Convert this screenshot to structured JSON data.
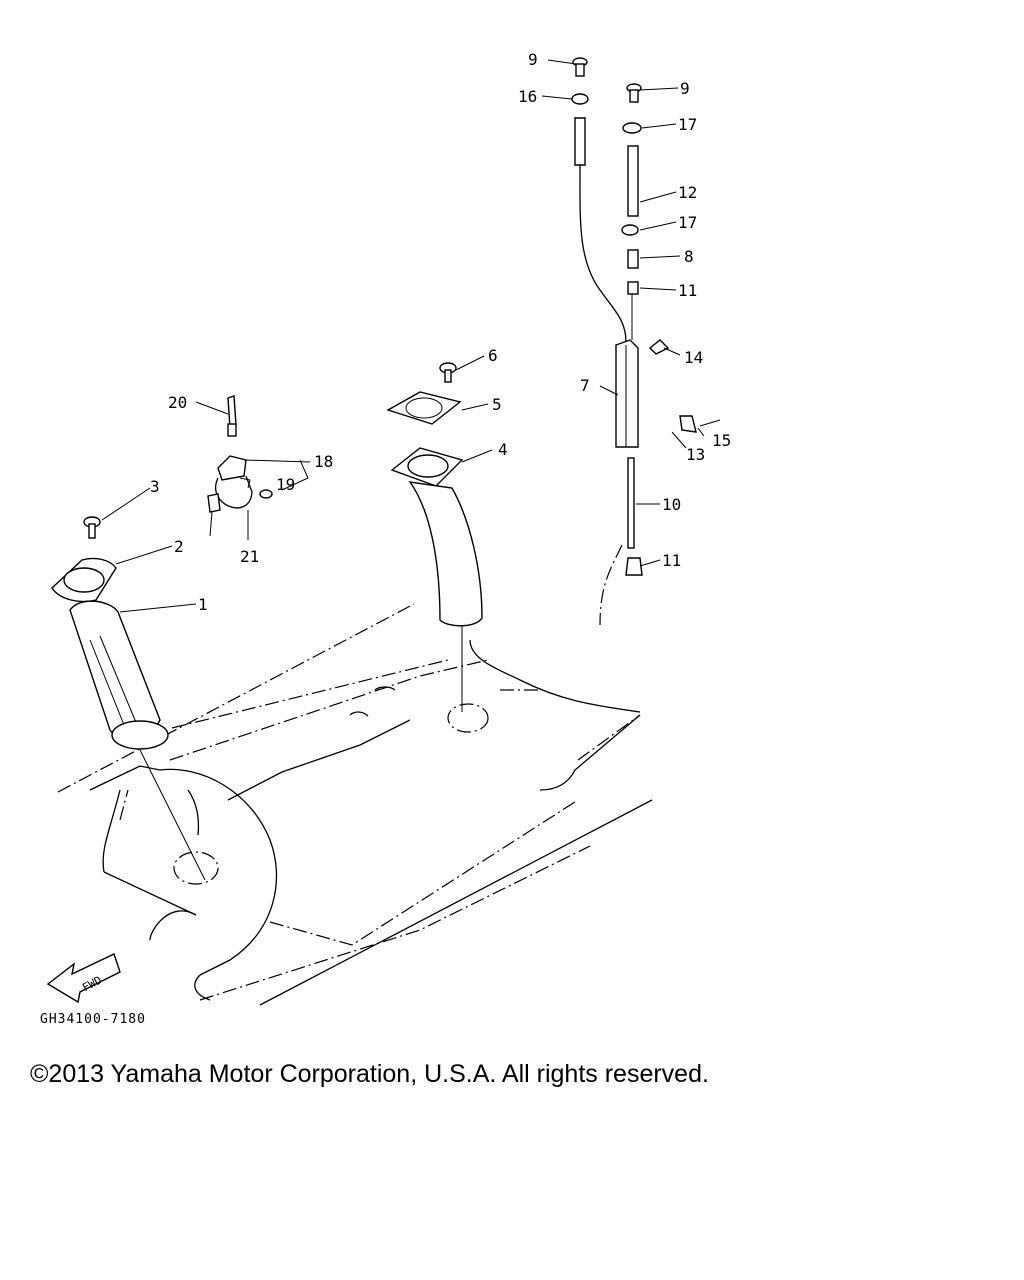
{
  "diagram": {
    "callouts": [
      "1",
      "2",
      "3",
      "4",
      "5",
      "6",
      "7",
      "8",
      "9",
      "9",
      "10",
      "11",
      "11",
      "12",
      "13",
      "14",
      "15",
      "16",
      "17",
      "17",
      "18",
      "19",
      "20",
      "21"
    ],
    "fwd_label": "FWD",
    "code": "GH34100-7180"
  },
  "footer": {
    "copyright": "©2013 Yamaha Motor Corporation, U.S.A. All rights reserved."
  }
}
